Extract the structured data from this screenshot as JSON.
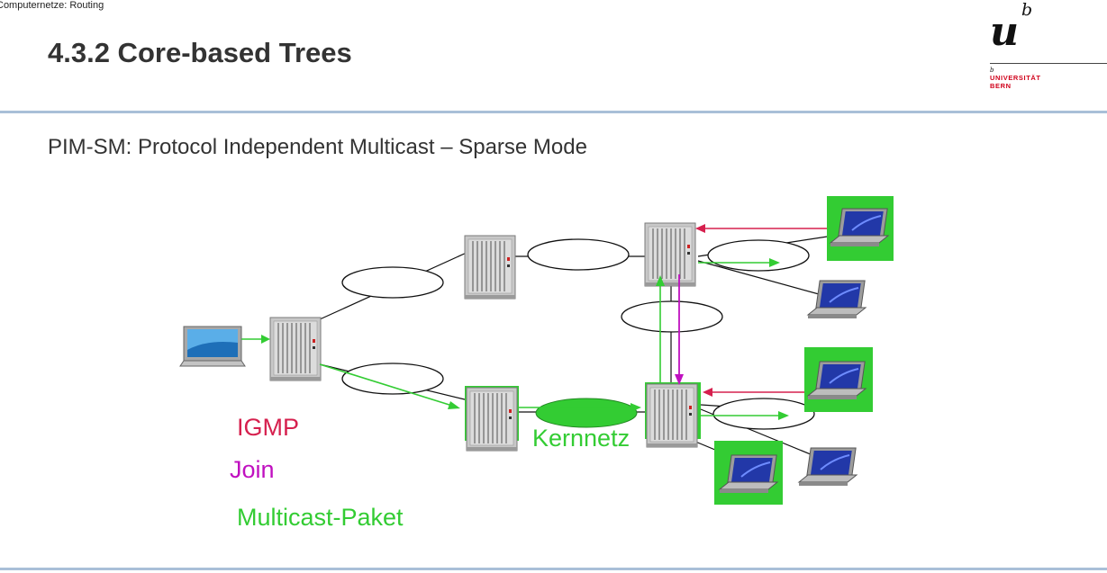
{
  "header": {
    "course": "Computernetze: Routing",
    "title": "4.3.2 Core-based Trees"
  },
  "logo": {
    "mark_u": "u",
    "mark_b": "b",
    "small_b": "b",
    "line1": "UNIVERSITÄT",
    "line2": "BERN"
  },
  "subtitle": "PIM-SM: Protocol Independent Multicast – Sparse Mode",
  "diagram": {
    "core_label": "Kernnetz",
    "legend": [
      {
        "label": "IGMP",
        "color": "#d6204e"
      },
      {
        "label": "Join",
        "color": "#c010c0"
      },
      {
        "label": "Multicast-Paket",
        "color": "#33cc33"
      }
    ]
  },
  "colors": {
    "igmp": "#d6204e",
    "join": "#c010c0",
    "multicast": "#33cc33",
    "rule": "#a9bfd8",
    "brand_red": "#d0021b"
  }
}
